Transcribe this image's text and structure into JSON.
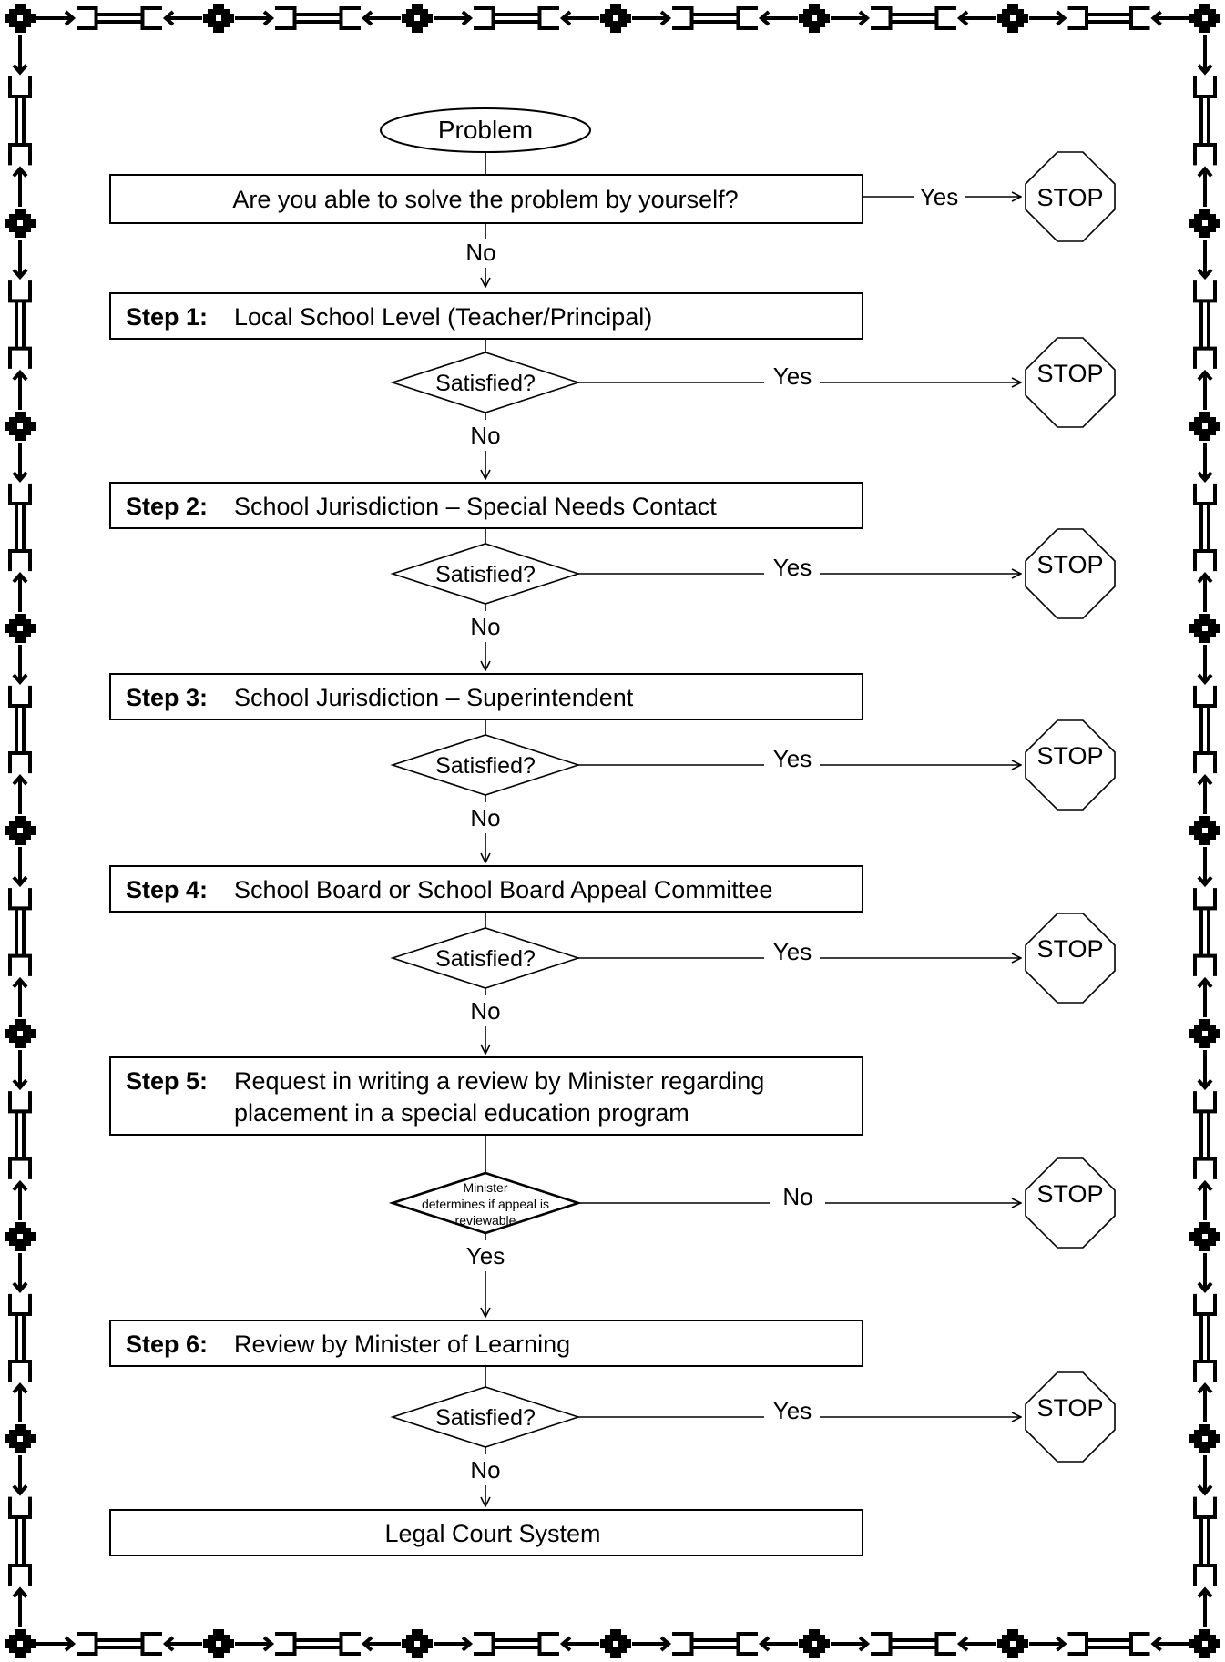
{
  "diagram": {
    "start": "Problem",
    "question": "Are you able to solve the problem by yourself?",
    "question_yes": "Yes",
    "question_no": "No",
    "stop_label": "STOP",
    "steps": [
      {
        "prefix": "Step 1:",
        "lines": [
          "Local School Level (Teacher/Principal)"
        ],
        "decision": [
          "Satisfied?"
        ],
        "exit_label": "Yes",
        "continue_label": "No"
      },
      {
        "prefix": "Step 2:",
        "lines": [
          "School Jurisdiction – Special Needs Contact"
        ],
        "decision": [
          "Satisfied?"
        ],
        "exit_label": "Yes",
        "continue_label": "No"
      },
      {
        "prefix": "Step 3:",
        "lines": [
          "School Jurisdiction – Superintendent"
        ],
        "decision": [
          "Satisfied?"
        ],
        "exit_label": "Yes",
        "continue_label": "No"
      },
      {
        "prefix": "Step 4:",
        "lines": [
          "School Board or School Board Appeal Committee"
        ],
        "decision": [
          "Satisfied?"
        ],
        "exit_label": "Yes",
        "continue_label": "No"
      },
      {
        "prefix": "Step 5:",
        "lines": [
          "Request in writing a review by Minister regarding",
          "placement in a special education program"
        ],
        "decision": [
          "Minister",
          "determines if appeal is",
          "reviewable"
        ],
        "exit_label": "No",
        "continue_label": "Yes"
      },
      {
        "prefix": "Step 6:",
        "lines": [
          "Review by Minister of Learning"
        ],
        "decision": [
          "Satisfied?"
        ],
        "exit_label": "Yes",
        "continue_label": "No"
      }
    ],
    "final": "Legal Court System"
  }
}
